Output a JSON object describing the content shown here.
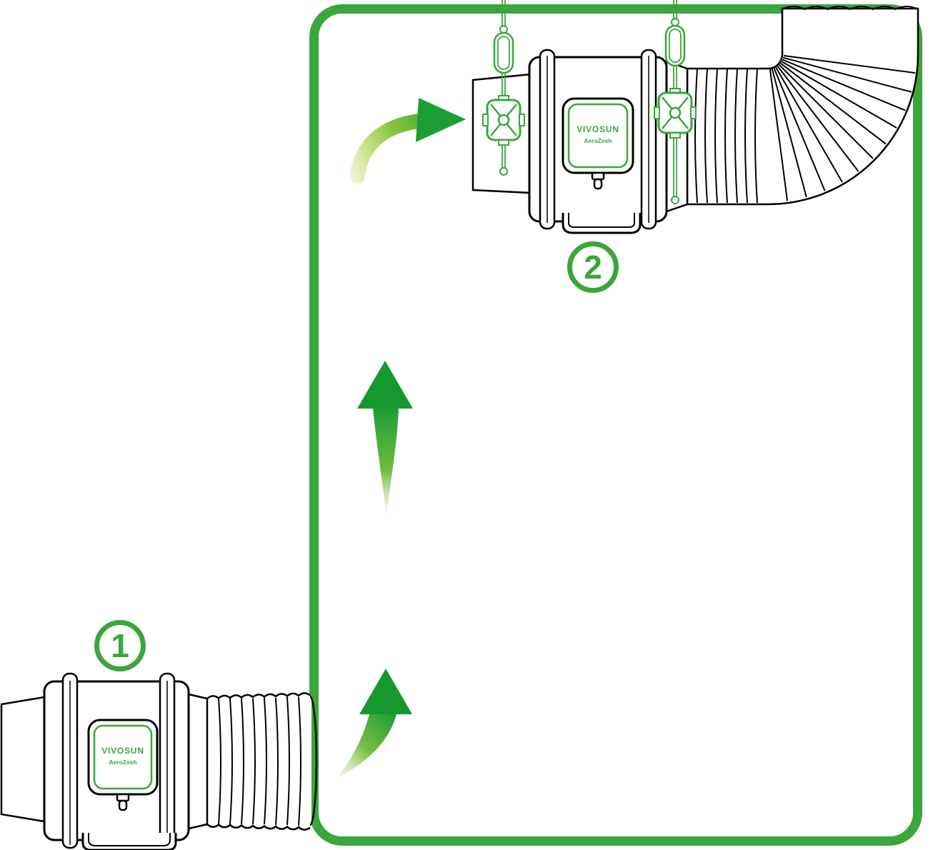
{
  "page": {
    "background": "#ffffff"
  },
  "frame": {
    "color": "#3aa63c"
  },
  "badges": {
    "step1": "1",
    "step2": "2"
  },
  "fan": {
    "brand": "VIVOSUN",
    "model": "AeroZesh"
  },
  "colors": {
    "green": "#3aa63c",
    "arrow_head": "#1d9e35",
    "arrow_mid": "#7cbf45",
    "arrow_light": "#b5d743",
    "outline": "#000000",
    "white": "#ffffff"
  },
  "icons": [
    "curved-arrow-icon",
    "up-arrow-icon",
    "carabiner-icon",
    "rope-ratchet-icon",
    "hanging-rope-icon"
  ]
}
